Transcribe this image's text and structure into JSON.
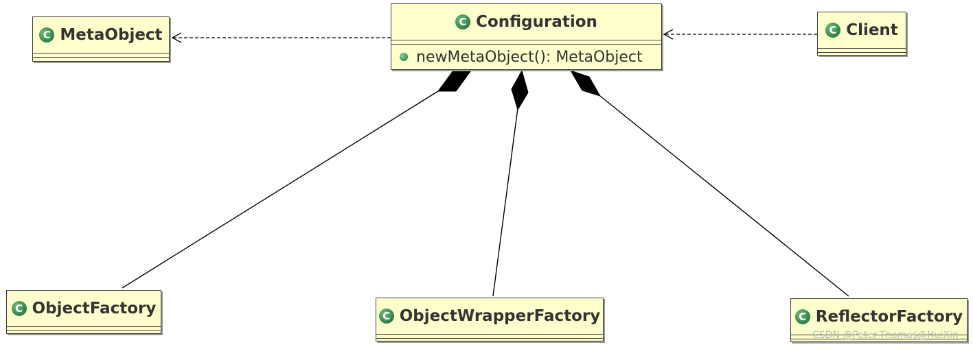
{
  "diagram": {
    "classes": {
      "configuration": {
        "name": "Configuration",
        "icon": "class-icon",
        "methods": [
          {
            "signature": "newMetaObject(): MetaObject",
            "visibility": "public"
          }
        ]
      },
      "metaobject": {
        "name": "MetaObject",
        "icon": "class-icon"
      },
      "client": {
        "name": "Client",
        "icon": "class-icon"
      },
      "objectfactory": {
        "name": "ObjectFactory",
        "icon": "class-icon"
      },
      "objectwrapperfactory": {
        "name": "ObjectWrapperFactory",
        "icon": "class-icon"
      },
      "reflectorfactory": {
        "name": "ReflectorFactory",
        "icon": "class-icon"
      }
    },
    "icon_glyph": "C",
    "relationships": [
      {
        "type": "dependency",
        "from": "Configuration",
        "to": "MetaObject"
      },
      {
        "type": "dependency",
        "from": "Client",
        "to": "Configuration"
      },
      {
        "type": "composition",
        "whole": "Configuration",
        "part": "ObjectFactory"
      },
      {
        "type": "composition",
        "whole": "Configuration",
        "part": "ObjectWrapperFactory"
      },
      {
        "type": "composition",
        "whole": "Configuration",
        "part": "ReflectorFactory"
      }
    ],
    "colors": {
      "class_fill": "#ffffce",
      "class_border": "#3c3c3c",
      "icon_green": "#2e7d43",
      "line": "#000000"
    }
  },
  "watermark": "CSDN @Peter-Thomas@HuiXin"
}
